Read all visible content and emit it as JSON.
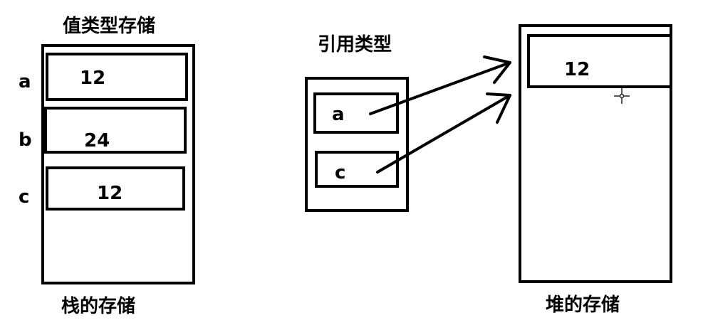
{
  "value_type": {
    "title": "值类型存储",
    "stack_caption": "栈的存储",
    "rows": [
      {
        "name": "a",
        "value": "12"
      },
      {
        "name": "b",
        "value": "24"
      },
      {
        "name": "c",
        "value": "12"
      }
    ]
  },
  "reference_type": {
    "title": "引用类型",
    "vars": [
      "a",
      "c"
    ],
    "heap_value": "12",
    "heap_caption": "堆的存储"
  }
}
